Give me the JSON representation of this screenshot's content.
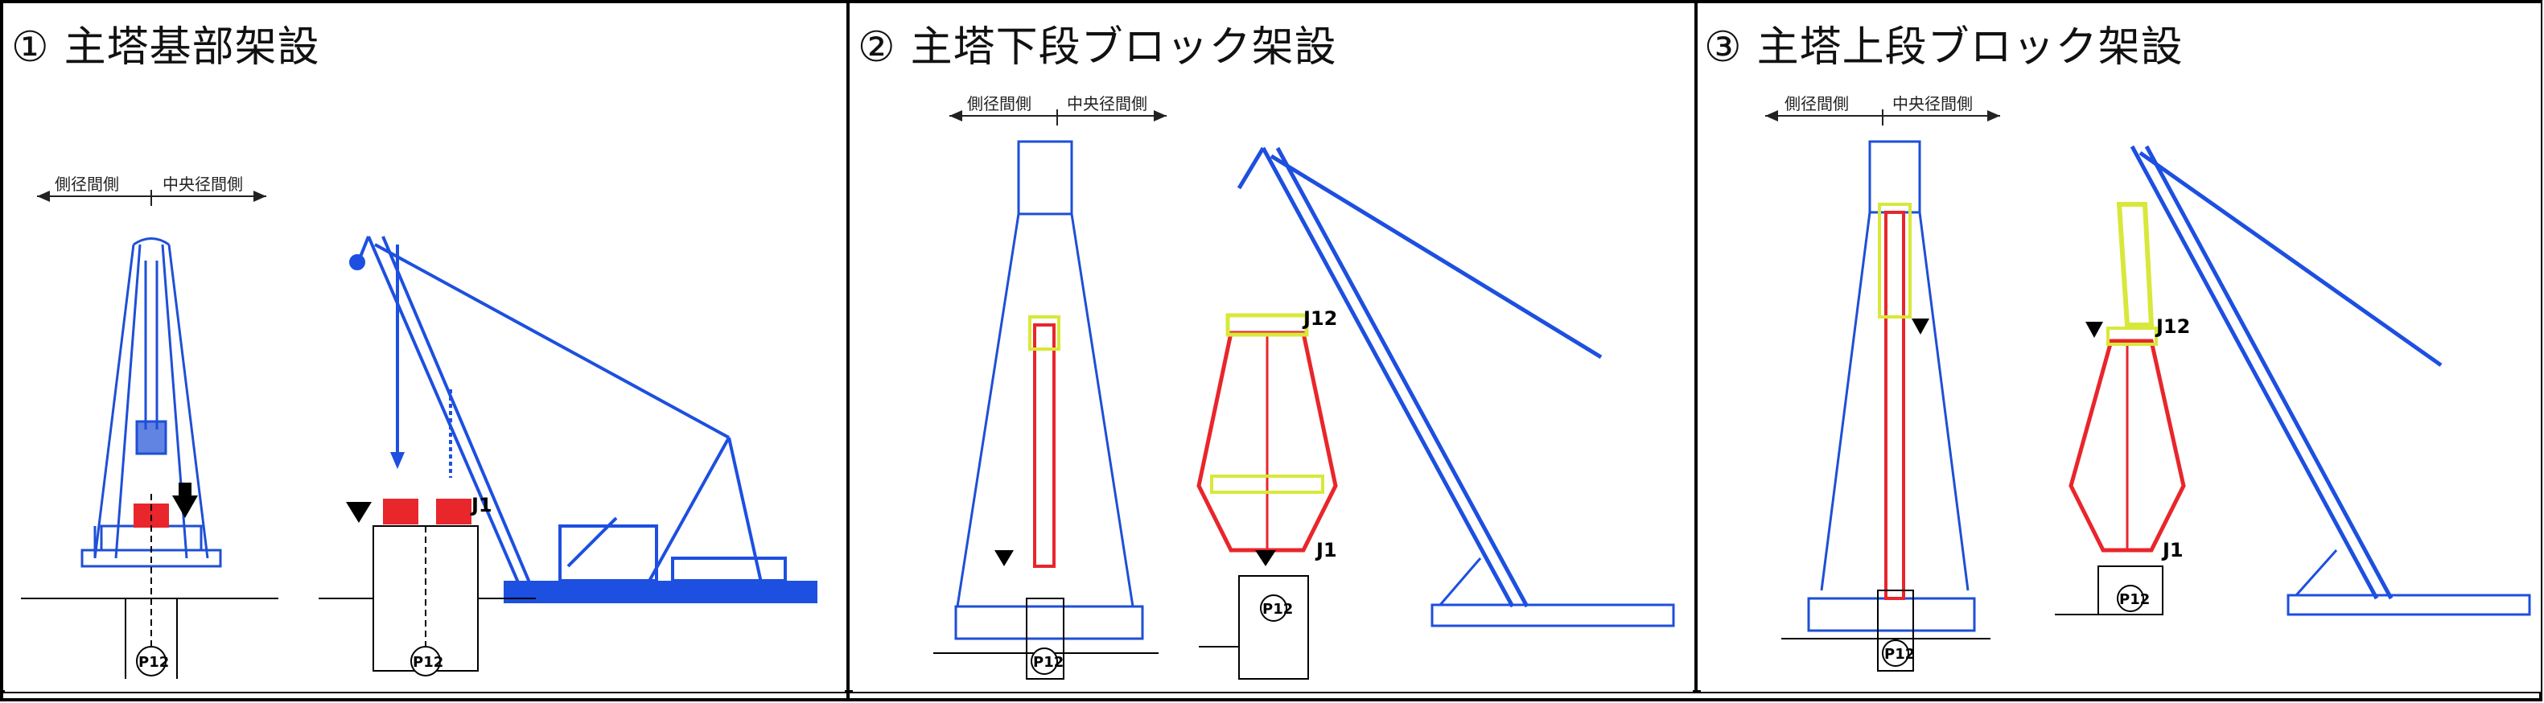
{
  "panels": [
    {
      "number": "①",
      "title": "主塔基部架設",
      "side_label": "側径間側",
      "center_label": "中央径間側",
      "joint_label": "J1",
      "pier_label": "P12"
    },
    {
      "number": "②",
      "title": "主塔下段ブロック架設",
      "side_label": "側径間側",
      "center_label": "中央径間側",
      "joint_upper": "J12",
      "joint_lower": "J1",
      "pier_label": "P12"
    },
    {
      "number": "③",
      "title": "主塔上段ブロック架設",
      "side_label": "側径間側",
      "center_label": "中央径間側",
      "joint_upper": "J12",
      "joint_lower": "J1",
      "pier_label": "P12"
    }
  ],
  "colors": {
    "tower_blue": "#1e4fd6",
    "crane_blue": "#1d4fe0",
    "steel_red": "#e8262b",
    "highlight_yellow": "#d8e83a",
    "border": "#000000"
  }
}
